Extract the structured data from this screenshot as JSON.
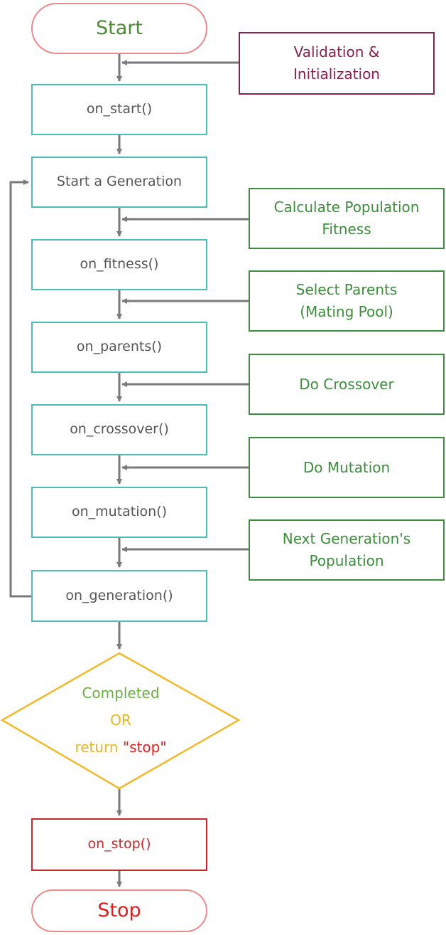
{
  "nodes": {
    "start": "Start",
    "validation_line1": "Validation &",
    "validation_line2": "Initialization",
    "on_start": "on_start()",
    "start_generation": "Start a Generation",
    "calc_fitness_line1": "Calculate Population",
    "calc_fitness_line2": "Fitness",
    "on_fitness": "on_fitness()",
    "select_parents_line1": "Select Parents",
    "select_parents_line2": "(Mating Pool)",
    "on_parents": "on_parents()",
    "do_crossover": "Do Crossover",
    "on_crossover": "on_crossover()",
    "do_mutation": "Do Mutation",
    "on_mutation": "on_mutation()",
    "next_gen_line1": "Next Generation's",
    "next_gen_line2": "Population",
    "on_generation": "on_generation()",
    "decision_line1": "Completed",
    "decision_line2": "OR",
    "decision_line3_word": "return",
    "decision_line3_value": "\"stop\"",
    "on_stop": "on_stop()",
    "stop": "Stop"
  },
  "colors": {
    "callback_border": "#4fbcb7",
    "step_border": "#3c8d3c",
    "init_border": "#8b1f4f",
    "terminal_border": "#ef8a8a",
    "decision_border": "#f2b92a",
    "arrow": "#7a7a7a"
  }
}
